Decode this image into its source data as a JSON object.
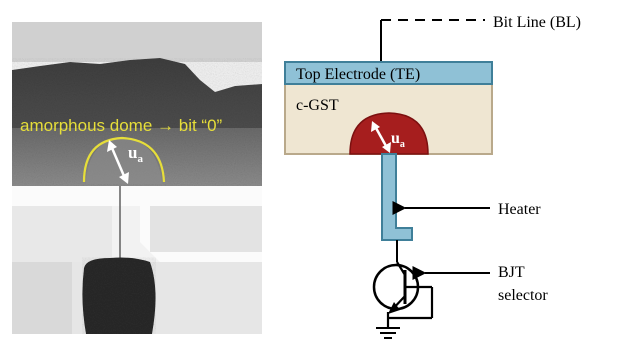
{
  "micrograph": {
    "annotation": "amorphous dome → bit “0”",
    "u_symbol": "u",
    "u_subscript": "a",
    "annotation_color": "#e6de3a"
  },
  "schematic": {
    "bitline_label": "Bit Line (BL)",
    "top_electrode_label": "Top Electrode (TE)",
    "cgst_label": "c-GST",
    "heater_label": "Heater",
    "bjt_label_line1": "BJT",
    "bjt_label_line2": "selector",
    "u_symbol": "u",
    "u_subscript": "a",
    "colors": {
      "electrode": "#8fc1d6",
      "electrode_border": "#3f7f99",
      "cgst_fill": "#efe6d2",
      "cgst_border": "#b9a98b",
      "dome_fill": "#a61e1e",
      "heater": "#8fc1d6"
    }
  }
}
